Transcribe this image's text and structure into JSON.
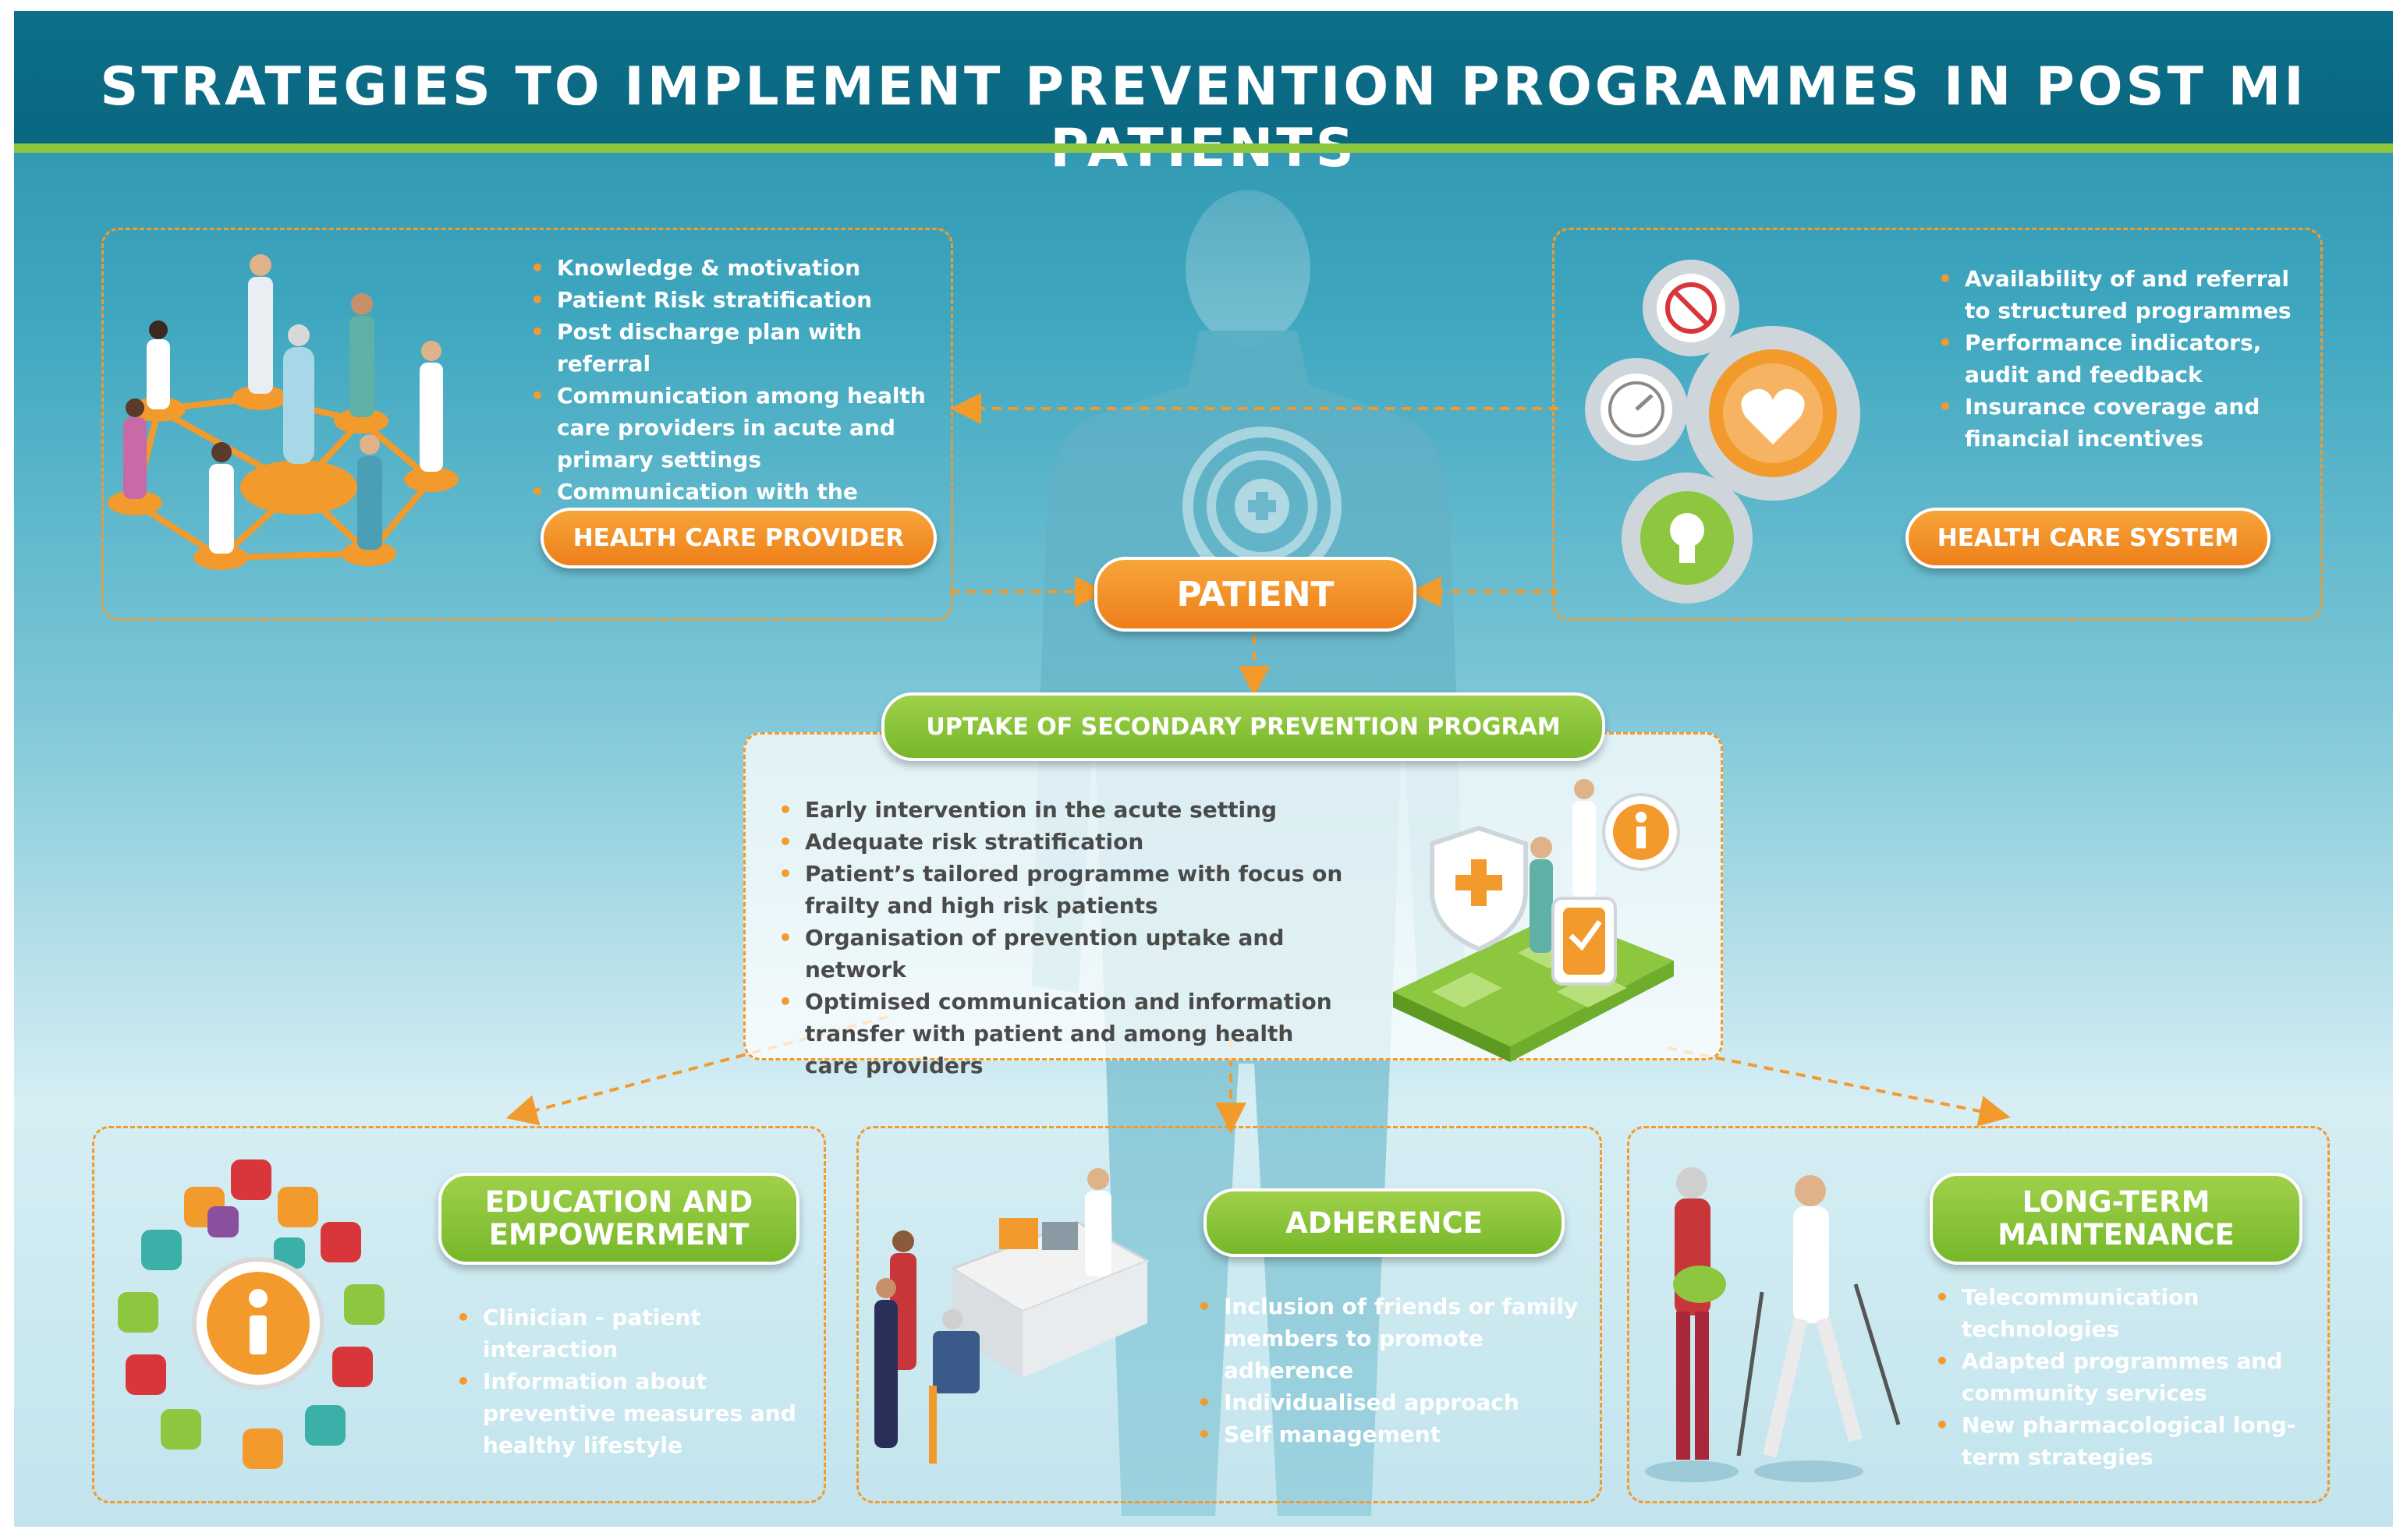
{
  "title": "STRATEGIES TO IMPLEMENT PREVENTION PROGRAMMES IN POST MI PATIENTS",
  "provider": {
    "label": "HEALTH CARE PROVIDER",
    "items": [
      "Knowledge & motivation",
      "Patient Risk stratification",
      "Post discharge plan with referral",
      "Communication among health care providers in acute and primary settings",
      "Communication with the patient"
    ]
  },
  "system": {
    "label": "HEALTH CARE SYSTEM",
    "items": [
      "Availability of and referral to structured programmes",
      "Performance indicators, audit and feedback",
      "Insurance coverage and financial incentives"
    ]
  },
  "patient": {
    "label": "PATIENT"
  },
  "uptake": {
    "label": "UPTAKE OF SECONDARY PREVENTION PROGRAM",
    "items": [
      "Early intervention in the acute setting",
      "Adequate risk stratification",
      "Patient’s tailored programme with focus on frailty and high risk patients",
      "Organisation of prevention uptake and network",
      "Optimised communication and information transfer with patient and among health care providers"
    ]
  },
  "education": {
    "label_line1": "EDUCATION AND",
    "label_line2": "EMPOWERMENT",
    "items": [
      "Clinician - patient interaction",
      "Information about preventive measures and healthy lifestyle"
    ]
  },
  "adherence": {
    "label": "ADHERENCE",
    "items": [
      "Inclusion of friends or family members to promote adherence",
      "Individualised approach",
      "Self management"
    ]
  },
  "maintenance": {
    "label_line1": "LONG-TERM",
    "label_line2": "MAINTENANCE",
    "items": [
      "Telecommunication technologies",
      "Adapted programmes and community services",
      "New pharmacological long-term strategies"
    ]
  },
  "colors": {
    "accent_orange": "#f39a2c",
    "accent_green": "#8dc63f",
    "title_bg": "#0a6680"
  }
}
